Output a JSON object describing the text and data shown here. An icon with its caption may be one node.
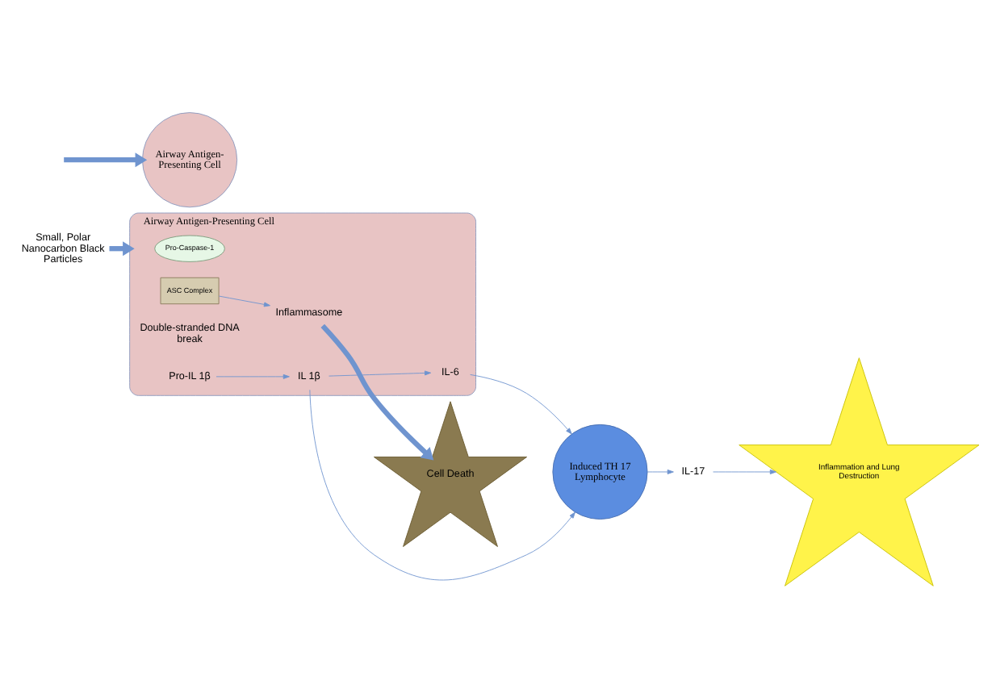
{
  "diagram": {
    "nodes": [
      {
        "text": [
          "Small, Polar Nanocarbon Black Particles"
        ]
      },
      {
        "text": [
          "Airway Antigen-Presenting Cell"
        ]
      },
      {
        "text": [
          "Pro-Caspase-1"
        ],
        "in": 1
      },
      {
        "text": [
          "ASC Complex"
        ],
        "in": 1
      },
      {
        "text": [
          "Double-stranded DNA break"
        ],
        "in": 1
      },
      {
        "text": [
          "Inflammasome"
        ],
        "in": 1
      },
      {
        "text": [
          "Pro-IL 1β"
        ],
        "in": 1
      },
      {
        "text": [
          "IL 1β"
        ],
        "in": 1
      },
      {
        "text": [
          "IL-6"
        ],
        "in": 1
      },
      {
        "text": [
          "Cell Death"
        ]
      },
      {
        "text": [
          "Induced TH 17 Lymphocyte"
        ]
      },
      {
        "text": [
          "IL-17"
        ]
      },
      {
        "text": [
          "Inflammation and Lung Destruction"
        ]
      },
      {
        "text": [
          "Airway Antigen-Presenting Cell"
        ]
      }
    ],
    "edges": [
      {
        "from": 0,
        "to": 1,
        "arrow": "to",
        "style": "thick"
      },
      {
        "from": 3,
        "to": 5,
        "arrow": "to"
      },
      {
        "from": 5,
        "to": 9,
        "arrow": "to",
        "style": "thick"
      },
      {
        "from": 6,
        "to": 7,
        "arrow": "to"
      },
      {
        "from": 7,
        "to": 8,
        "arrow": "to"
      },
      {
        "from": 7,
        "to": 10,
        "arrow": "to"
      },
      {
        "from": 8,
        "to": 10,
        "arrow": "to"
      },
      {
        "from": 10,
        "to": 11,
        "arrow": "to"
      },
      {
        "from": 11,
        "to": 12,
        "arrow": "to"
      },
      {
        "from": null,
        "to": 13,
        "arrow": "to",
        "style": "thick"
      }
    ]
  }
}
